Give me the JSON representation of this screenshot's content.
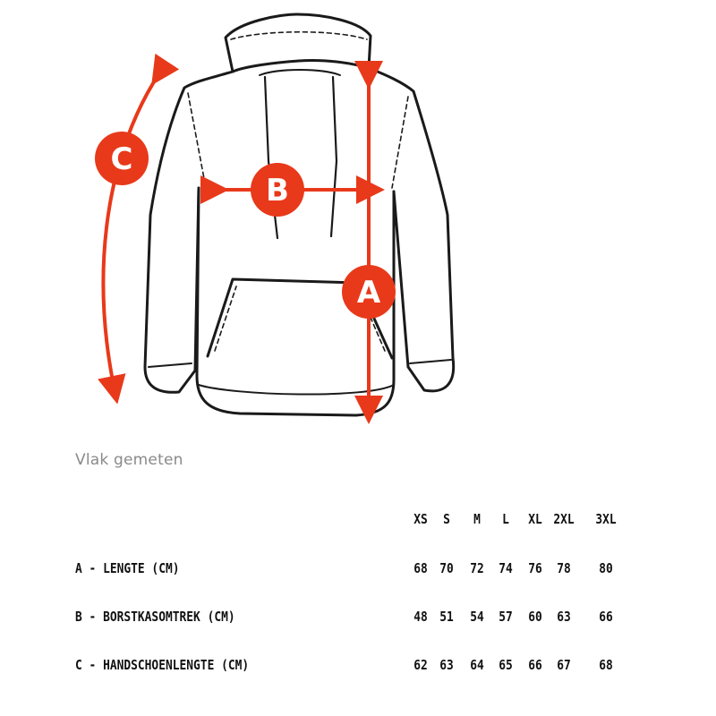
{
  "diagram": {
    "subject": "hoodie",
    "accent_color": "#e8391a",
    "markers": {
      "a": "A",
      "b": "B",
      "c": "C"
    }
  },
  "note": "Vlak gemeten",
  "table": {
    "sizes": [
      "XS",
      "S",
      "M",
      "L",
      "XL",
      "2XL",
      "3XL"
    ],
    "rows": [
      {
        "label": "A - LENGTE (CM)",
        "values": [
          "68",
          "70",
          "72",
          "74",
          "76",
          "78",
          "80"
        ]
      },
      {
        "label": "B - BORSTKASOMTREK (CM)",
        "values": [
          "48",
          "51",
          "54",
          "57",
          "60",
          "63",
          "66"
        ]
      },
      {
        "label": "C - HANDSCHOENLENGTE (CM)",
        "values": [
          "62",
          "63",
          "64",
          "65",
          "66",
          "67",
          "68"
        ]
      }
    ]
  }
}
